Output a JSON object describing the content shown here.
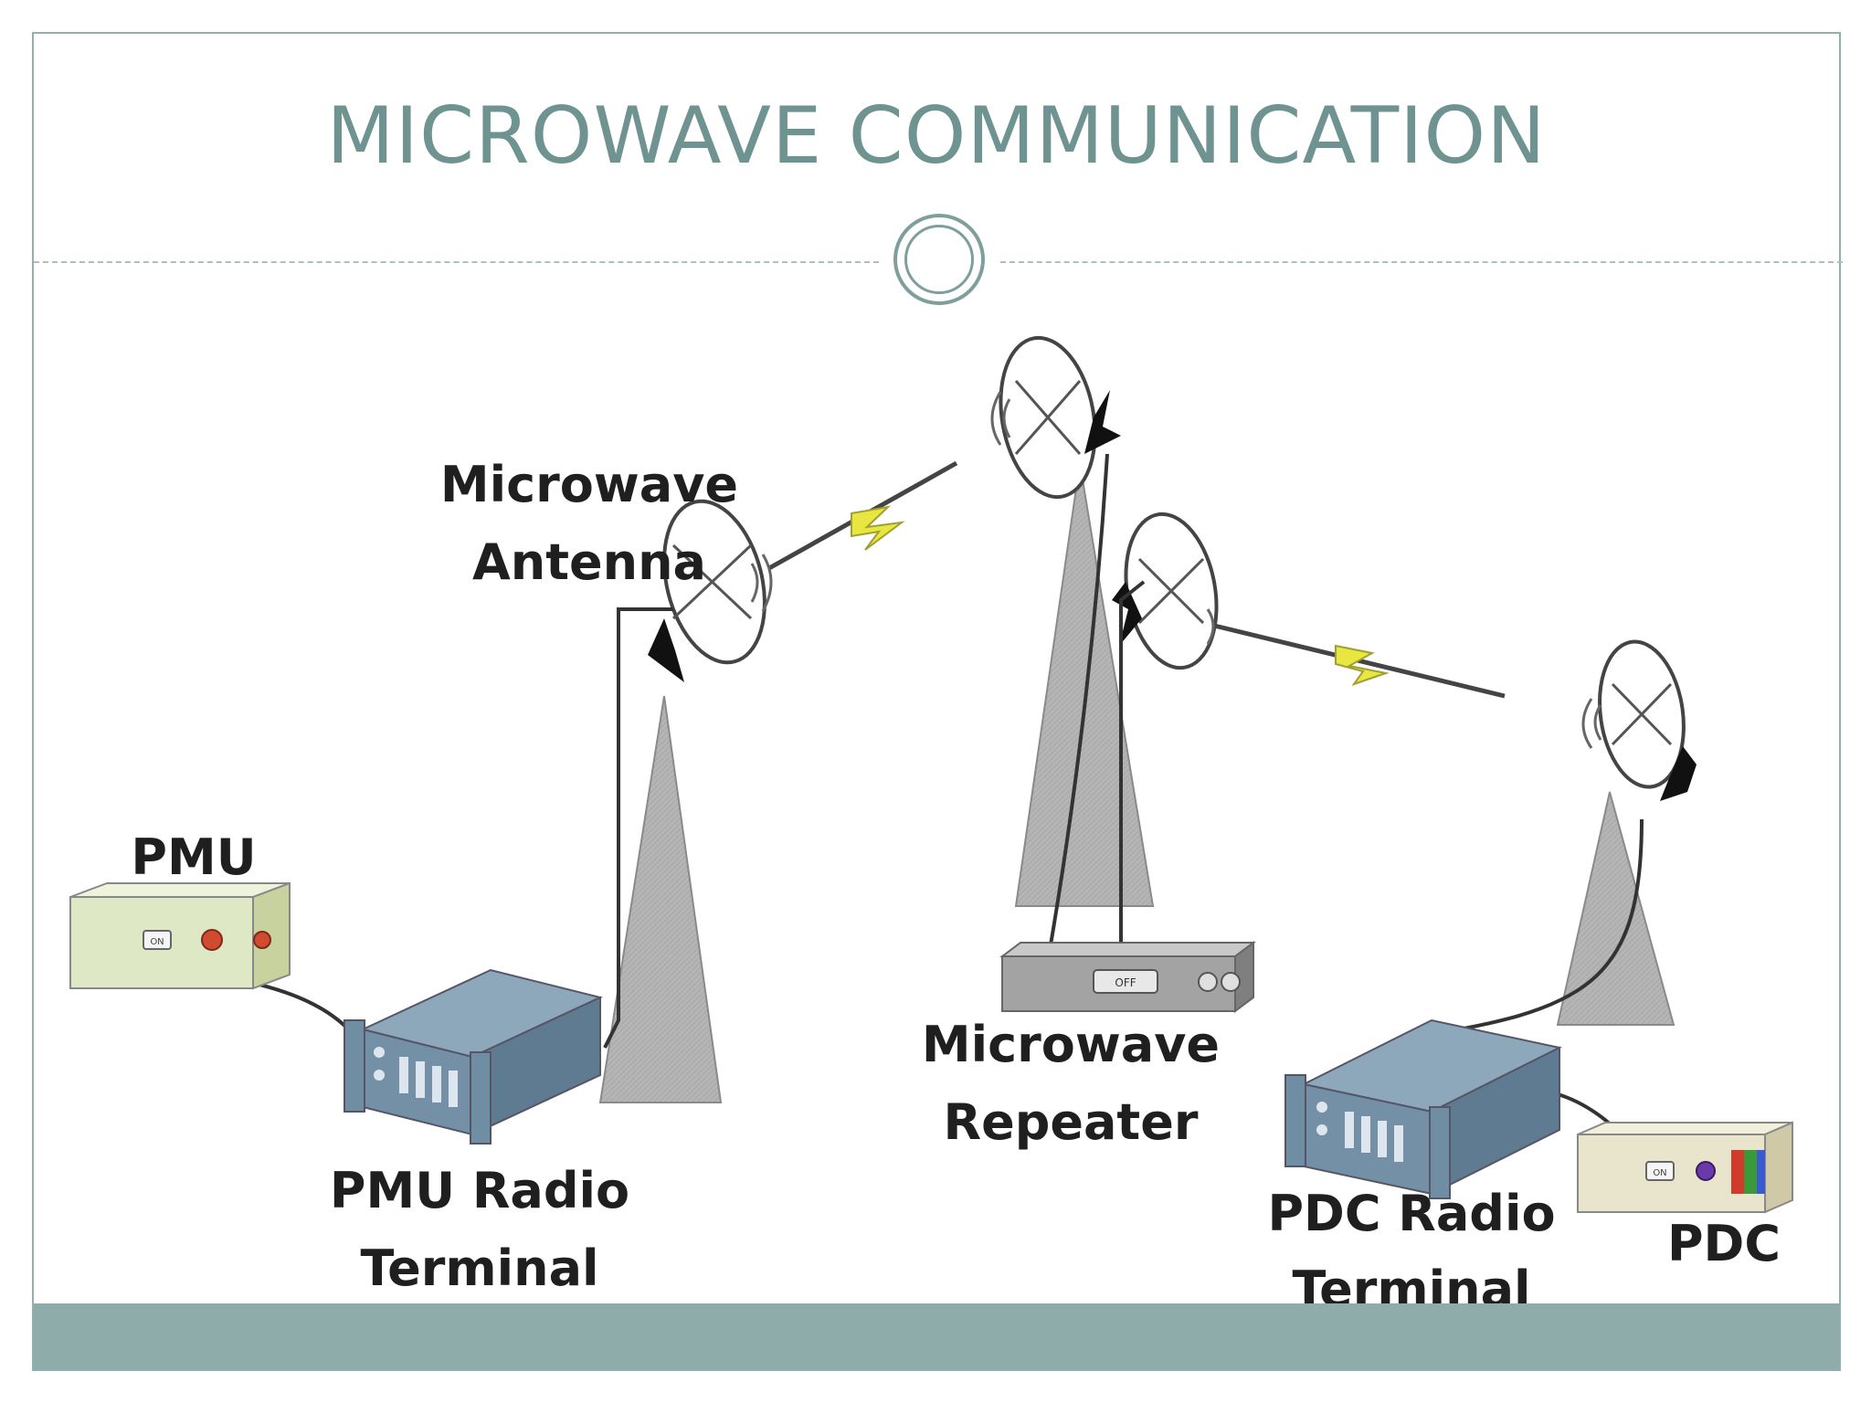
{
  "slide": {
    "title": "MICROWAVE COMMUNICATION"
  },
  "diagram": {
    "labels": {
      "microwave_antenna_line1": "Microwave",
      "microwave_antenna_line2": "Antenna",
      "pmu": "PMU",
      "pmu_radio_line1": "PMU Radio",
      "pmu_radio_line2": "Terminal",
      "repeater_line1": "Microwave",
      "repeater_line2": "Repeater",
      "pdc_radio_line1": "PDC Radio",
      "pdc_radio_line2": "Terminal",
      "pdc": "PDC"
    },
    "device_badges": {
      "pmu_button": "ON",
      "repeater_button": "OFF",
      "pdc_button": "ON"
    },
    "colors": {
      "accent": "#6f9390",
      "footer": "#8eaca9",
      "tower": "#b0b0b0",
      "pmu_box": "#dfe8c4",
      "radio": "#7893a8",
      "lightning": "#e8e640"
    }
  }
}
